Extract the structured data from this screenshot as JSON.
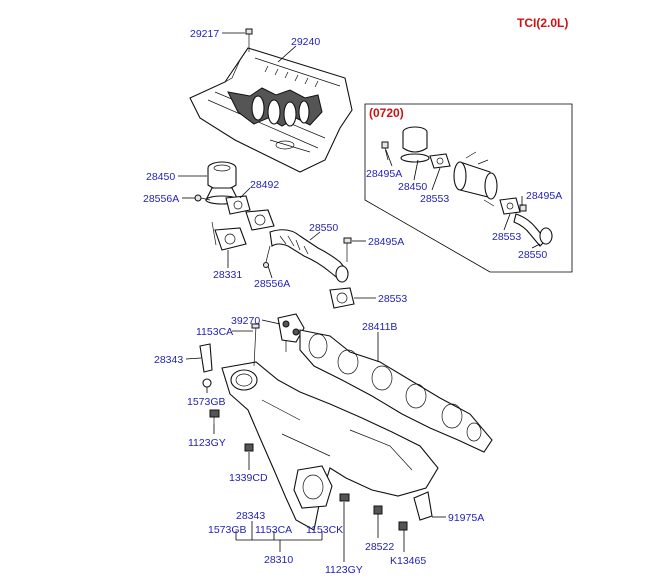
{
  "header": {
    "variant": "TCI(2.0L)"
  },
  "inset": {
    "code": "(0720)"
  },
  "labels": {
    "p29217": "29217",
    "p29240": "29240",
    "p28450": "28450",
    "p28556A_1": "28556A",
    "p28492": "28492",
    "p28331": "28331",
    "p28550": "28550",
    "p28495A": "28495A",
    "p28556A_2": "28556A",
    "p28553": "28553",
    "i28495A_1": "28495A",
    "i28450": "28450",
    "i28553_1": "28553",
    "i28495A_2": "28495A",
    "i28553_2": "28553",
    "i28550": "28550",
    "p39270": "39270",
    "p1153CA": "1153CA",
    "p28411B": "28411B",
    "p28343": "28343",
    "p1573GB": "1573GB",
    "p1123GY_1": "1123GY",
    "p1339CD": "1339CD",
    "b28343": "28343",
    "b1573GB": "1573GB",
    "b1153CA": "1153CA",
    "b1153CK": "1153CK",
    "b28310": "28310",
    "b1123GY": "1123GY",
    "p28522": "28522",
    "p91975A": "91975A",
    "pK13465": "K13465"
  }
}
